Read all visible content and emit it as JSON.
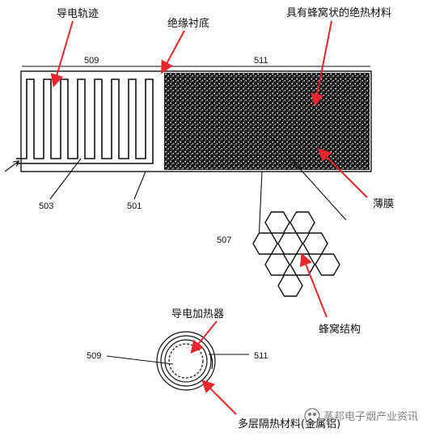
{
  "labels": {
    "conductive_track": "导电轨迹",
    "insulating_substrate": "绝缘衬底",
    "honeycomb_insulation": "具有蜂窝状的绝热材料",
    "film": "薄膜",
    "honeycomb_structure": "蜂窝结构",
    "conductive_heater": "导电加热器",
    "multilayer_insulation": "多层隔热材料(金属铝)"
  },
  "refs": {
    "r509_top": "509",
    "r511_top": "511",
    "r503": "503",
    "r501": "501",
    "r507": "507",
    "r509_bottom": "509",
    "r511_bottom": "511"
  },
  "watermark": "蒸邦电子烟产业资讯",
  "colors": {
    "arrow": "#e8262d",
    "line": "#111111"
  }
}
